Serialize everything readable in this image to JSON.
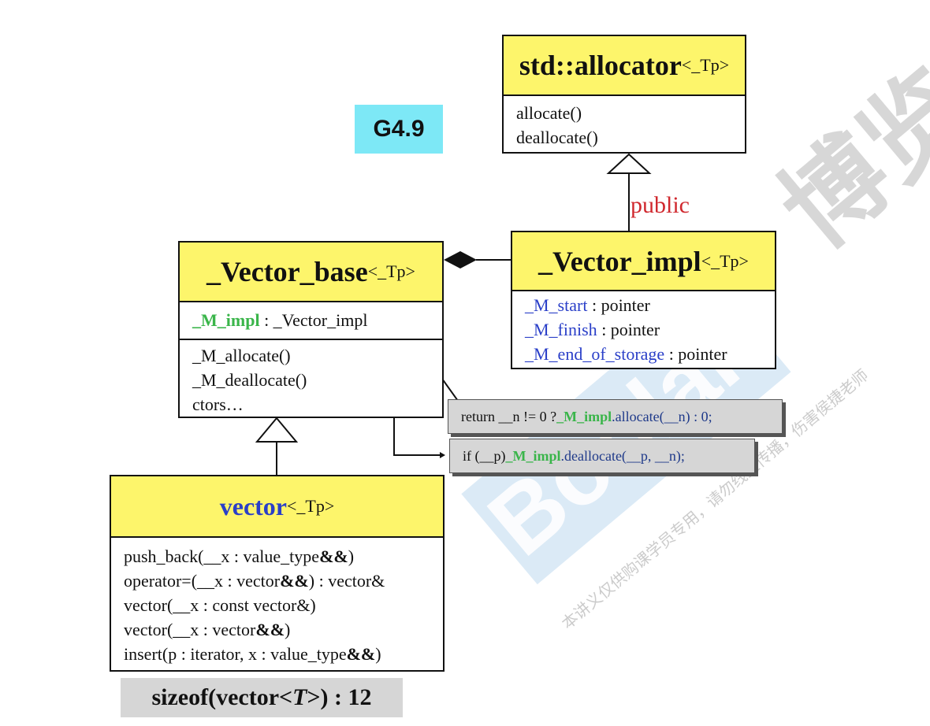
{
  "version_tag": "G4.9",
  "inheritance_label": "public",
  "allocator": {
    "name": "std::allocator",
    "tparam": "<_Tp>",
    "methods": [
      "allocate()",
      "deallocate()"
    ]
  },
  "vector_base": {
    "name": "_Vector_base",
    "tparam": "<_Tp>",
    "attr_name": "_M_impl",
    "attr_type": " : _Vector_impl",
    "methods": [
      "_M_allocate()",
      "_M_deallocate()",
      "ctors…"
    ]
  },
  "vector_impl": {
    "name": "_Vector_impl",
    "tparam": "<_Tp>",
    "attrs": [
      {
        "name": "_M_start",
        "type": " : pointer"
      },
      {
        "name": "_M_finish",
        "type": " : pointer"
      },
      {
        "name": "_M_end_of_storage",
        "type": " : pointer"
      }
    ]
  },
  "callouts": {
    "allocate": {
      "p1": "return __n != 0 ? ",
      "impl": "_M_impl",
      "p2": ".allocate(__n) : 0;"
    },
    "deallocate": {
      "p1": "if (__p)  ",
      "impl": "_M_impl",
      "p2": ".deallocate(__p, __n);"
    }
  },
  "vector": {
    "name": "vector",
    "tparam": "<_Tp>",
    "methods": [
      {
        "text": "push_back(__x : value_type",
        "amp": "&&",
        "tail": ")"
      },
      {
        "text": "operator=(__x : vector",
        "amp": "&&",
        "tail": ") : vector&"
      },
      {
        "text": "vector(__x : const vector&)",
        "amp": "",
        "tail": ""
      },
      {
        "text": "vector(__x : vector",
        "amp": "&&",
        "tail": ")"
      },
      {
        "text": "insert(p : iterator, x : value_type",
        "amp": "&&",
        "tail": ")"
      }
    ]
  },
  "sizeof": {
    "pre": "sizeof(vector<",
    "t": "T",
    "post": ">) : 12"
  },
  "watermark": {
    "brand": "Boolan",
    "cjk": "博览",
    "notice": "本讲义仅供购课学员专用，请勿线上传播，伤害侯捷老师"
  },
  "colors": {
    "header": "#fdf56b",
    "g49": "#7de8f6",
    "impl_green": "#3ab54a",
    "attr_blue": "#2a3fc8",
    "public_red": "#d0282e",
    "callout": "#d6d6d6"
  }
}
